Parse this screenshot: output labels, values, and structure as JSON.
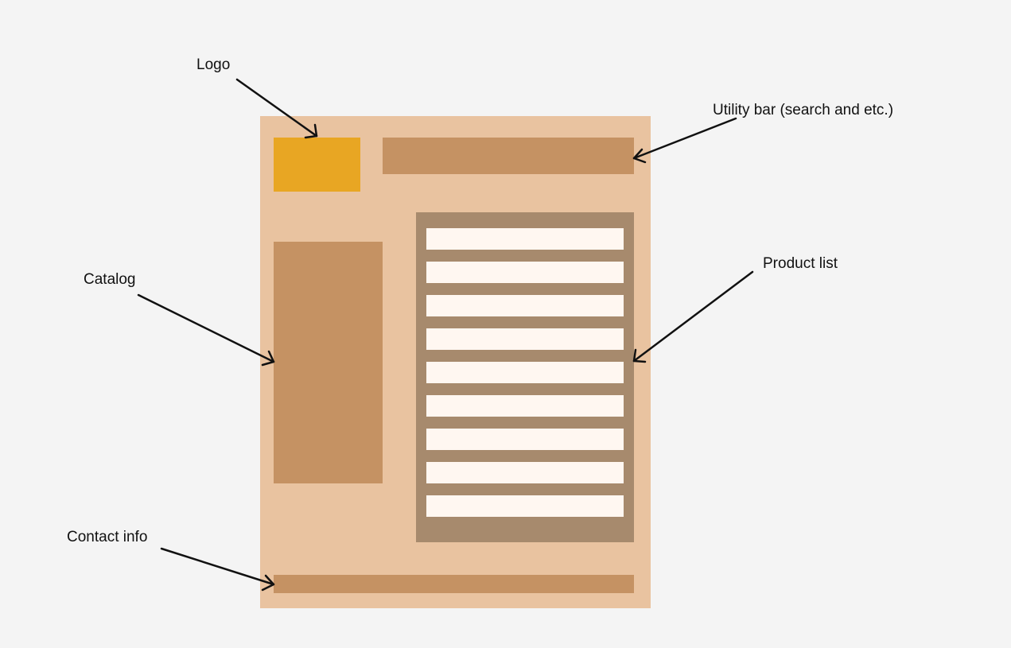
{
  "labels": {
    "logo": "Logo",
    "utility_bar": "Utility bar (search and etc.)",
    "catalog": "Catalog",
    "product_list": "Product list",
    "contact_info": "Contact info"
  },
  "product_list": {
    "row_count": 9
  },
  "colors": {
    "background": "#f4f4f4",
    "page_frame": "#e9c3a0",
    "logo": "#e8a623",
    "section": "#c59263",
    "product_list": "#a78a6d",
    "product_row": "#fff7f1",
    "annotation": "#111111"
  }
}
